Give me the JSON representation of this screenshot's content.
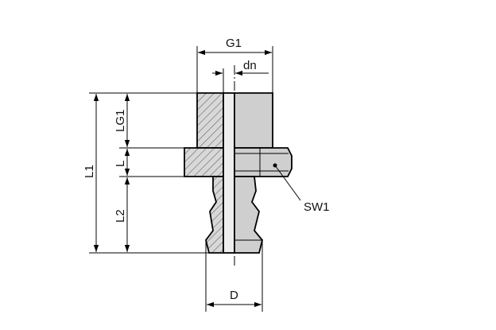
{
  "labels": {
    "g1": "G1",
    "dn": "dn",
    "lg1": "LG1",
    "l": "L",
    "l1": "L1",
    "l2": "L2",
    "sw1": "SW1",
    "d": "D"
  }
}
